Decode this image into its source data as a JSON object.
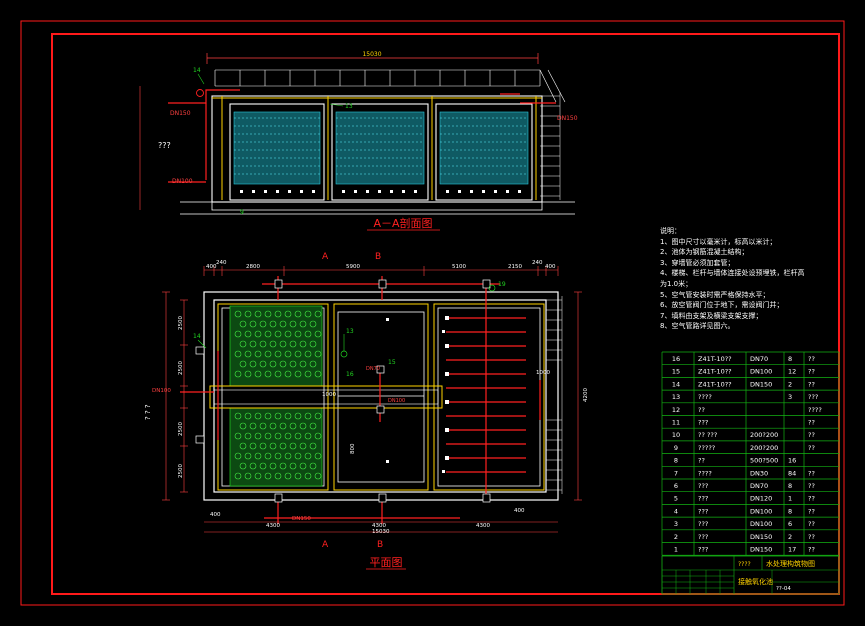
{
  "colors": {
    "background": "#000000",
    "frame": "#ff1a1a",
    "structure": "#ffffff",
    "hatch": "#26c6da",
    "yellow": "#ffd400",
    "green": "#21d321",
    "dim": "#ff4040",
    "pipe": "#ff2020",
    "table_line": "#13b313"
  },
  "section": {
    "title": "A－A剖面图",
    "overall_dim": "15030",
    "left_label_1": "DN150",
    "left_label_2": "DN100",
    "right_label": "DN150",
    "elev_label": "???",
    "callout_14": "14",
    "callout_13": "13",
    "callout_9": "9"
  },
  "plan": {
    "title": "平面图",
    "mark_top_left": "A",
    "mark_top_right": "B",
    "mark_bottom_left": "A",
    "mark_bottom_right": "B",
    "top_dims": [
      "400",
      "240",
      "2800",
      "5900",
      "5100",
      "2150",
      "240",
      "400"
    ],
    "bottom_dims": [
      "4300",
      "4300",
      "4300"
    ],
    "bottom_overall": "15030",
    "bottom_left_400": "400",
    "bottom_right_400": "400",
    "left_dims": [
      "2500",
      "2500",
      "2500",
      "2500"
    ],
    "left_side": "? ? ?",
    "right_overall": "4200",
    "right_dim": "1000",
    "center_dim": "1000",
    "small_dim": "800",
    "callout_13": "13",
    "callout_14": "14",
    "callout_15": "15",
    "callout_16": "16",
    "callout_19": "19",
    "label_dn70": "DN70",
    "label_dn100": "DN100",
    "pipe_label": "DN150",
    "left_pipe_label": "DN100"
  },
  "notes": [
    "说明：",
    "1、图中尺寸以毫米计，标高以米计；",
    "2、池体为钢筋混凝土结构；",
    "3、穿墙管必须加套管；",
    "4、楼梯、栏杆与墙体连接处设预埋铁，栏杆高",
    "   为1.0米；",
    "5、空气管安装时需严格保持水平；",
    "6、放空管阀门位于地下，需设阀门井；",
    "7、填料由支架及横梁支架支撑；",
    "8、空气管路详见图六。"
  ],
  "table": {
    "rows": [
      [
        "16",
        "Z41T-10??",
        "DN70",
        "8",
        "??"
      ],
      [
        "15",
        "Z41T-10??",
        "DN100",
        "12",
        "??"
      ],
      [
        "14",
        "Z41T-10??",
        "DN150",
        "2",
        "??"
      ],
      [
        "13",
        "????",
        "",
        "3",
        "???"
      ],
      [
        "12",
        "??",
        "",
        "",
        "????"
      ],
      [
        "11",
        "???",
        "",
        "",
        "??"
      ],
      [
        "10",
        "?? ???",
        "200?200",
        "",
        "??"
      ],
      [
        "9",
        "?????",
        "200?200",
        "",
        "??"
      ],
      [
        "8",
        "??",
        "500?500",
        "16",
        ""
      ],
      [
        "7",
        "????",
        "DN30",
        "84",
        "??"
      ],
      [
        "6",
        "???",
        "DN70",
        "8",
        "??"
      ],
      [
        "5",
        "???",
        "DN120",
        "1",
        "??"
      ],
      [
        "4",
        "???",
        "DN100",
        "8",
        "??"
      ],
      [
        "3",
        "???",
        "DN100",
        "6",
        "??"
      ],
      [
        "2",
        "???",
        "DN150",
        "2",
        "??"
      ],
      [
        "1",
        "???",
        "DN150",
        "17",
        "??"
      ]
    ],
    "title_block_name": "????",
    "title_block_title": "水处理构筑物图",
    "title_block_sub": "接触氧化池",
    "title_block_code": "??-04"
  }
}
